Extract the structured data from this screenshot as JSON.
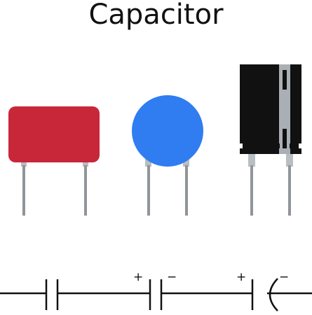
{
  "title": "Capacitor",
  "components": [
    {
      "name": "film-capacitor",
      "shape": "rounded-rectangle",
      "color": "#c8273a"
    },
    {
      "name": "ceramic-disc-capacitor",
      "shape": "disc",
      "color": "#2f7df0"
    },
    {
      "name": "electrolytic-capacitor",
      "shape": "cylinder",
      "color": "#111111",
      "stripe_color": "#a9afb4"
    }
  ],
  "lead_color": "#8f959a",
  "symbols": [
    {
      "name": "non-polarized-capacitor-symbol",
      "plus": "",
      "minus": ""
    },
    {
      "name": "polarized-capacitor-symbol",
      "plus": "+",
      "minus": "−"
    },
    {
      "name": "electrolytic-capacitor-symbol",
      "plus": "+",
      "minus": "−"
    }
  ]
}
